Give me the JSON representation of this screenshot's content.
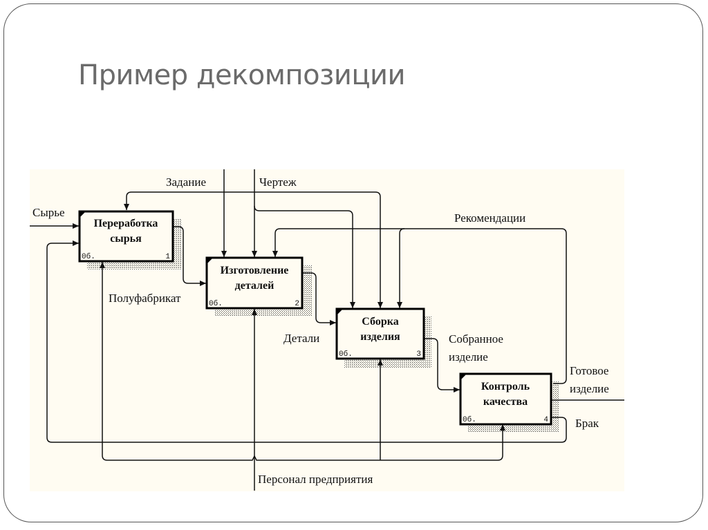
{
  "slide": {
    "title": "Пример декомпозиции"
  },
  "diagram": {
    "type": "IDEF0 decomposition",
    "blocks": [
      {
        "id": 1,
        "line1": "Переработка",
        "line2": "сырья",
        "ref": "0б.",
        "number": "1"
      },
      {
        "id": 2,
        "line1": "Изготовление",
        "line2": "деталей",
        "ref": "0б.",
        "number": "2"
      },
      {
        "id": 3,
        "line1": "Сборка",
        "line2": "изделия",
        "ref": "0б.",
        "number": "3"
      },
      {
        "id": 4,
        "line1": "Контроль",
        "line2": "качества",
        "ref": "0б.",
        "number": "4"
      }
    ],
    "arrow_labels": {
      "raw": "Сырье",
      "task": "Задание",
      "drawing": "Чертеж",
      "recommendations": "Рекомендации",
      "semi_product": "Полуфабрикат",
      "parts": "Детали",
      "assembled_line1": "Собранное",
      "assembled_line2": "изделие",
      "finished_line1": "Готовое",
      "finished_line2": "изделие",
      "defect": "Брак",
      "personnel": "Персонал предприятия"
    }
  }
}
